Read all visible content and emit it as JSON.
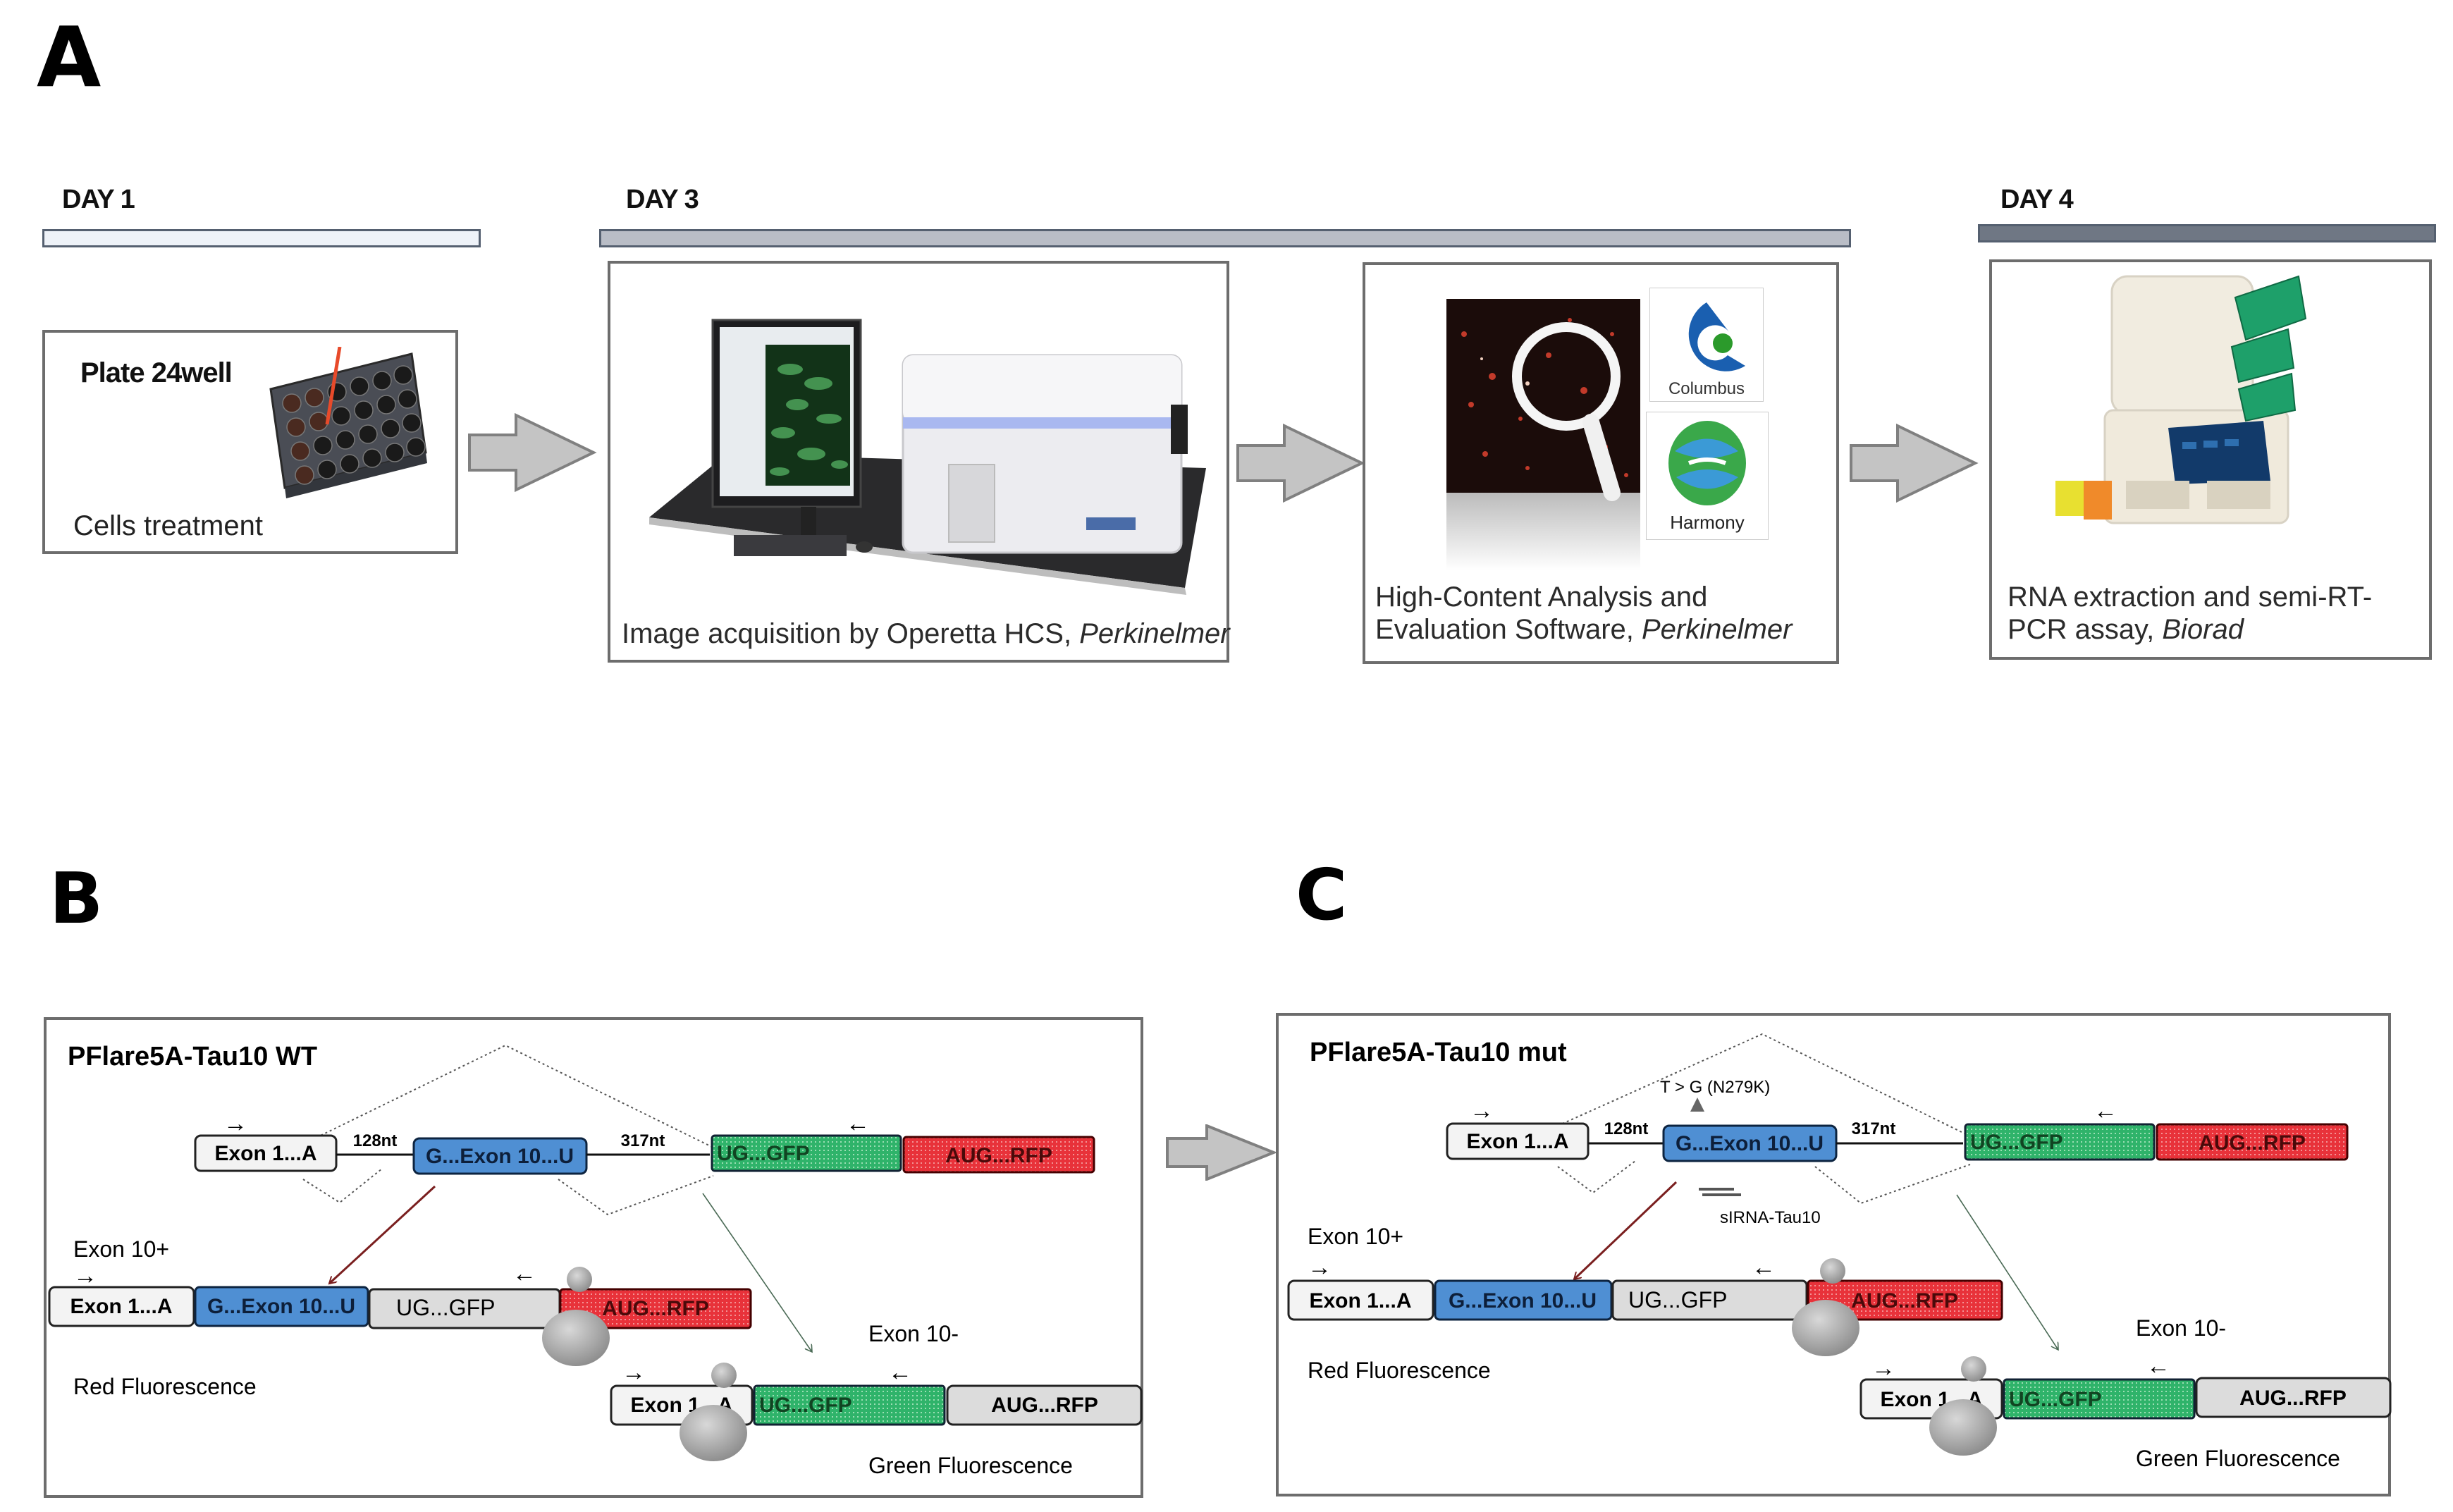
{
  "figure": {
    "panel_labels": {
      "a": "A",
      "b": "B",
      "c": "C"
    }
  },
  "panel_a": {
    "days": [
      {
        "label": "DAY 1",
        "bar_color": "#eef2f8"
      },
      {
        "label": "DAY 3",
        "bar_color": "#b9bdc6"
      },
      {
        "label": "DAY 4",
        "bar_color": "#6f7784"
      }
    ],
    "steps": [
      {
        "title": "Plate 24well",
        "caption": "Cells treatment",
        "icon": "well-plate-image"
      },
      {
        "caption_main": "Image acquisition  by Operetta HCS, ",
        "caption_italic": "Perkinelmer",
        "icon": "operetta-hcs-instrument-image"
      },
      {
        "caption_main": "High-Content Analysis and Evaluation Software, ",
        "caption_italic": "Perkinelmer",
        "logos": [
          "Columbus",
          "Harmony"
        ],
        "icon": "fluorescence-image-magnifier"
      },
      {
        "caption_main": "RNA extraction and semi-RT-PCR assay, ",
        "caption_italic": "Biorad",
        "icon": "pcr-thermocycler-image"
      }
    ]
  },
  "panel_b": {
    "title": "PFlare5A-Tau10 WT",
    "construct": {
      "exon1": "Exon 1...A",
      "intron1": "128nt",
      "exon10": "G...Exon 10...U",
      "intron2": "317nt",
      "gfp": "UG...GFP",
      "rfp": "AUG...RFP"
    },
    "inclusion": {
      "label": "Exon 10+",
      "segments": [
        "Exon 1...A",
        "G...Exon 10...U",
        "UG...GFP",
        "AUG...RFP"
      ],
      "readout": "Red Fluorescence"
    },
    "skipping": {
      "label": "Exon 10-",
      "segments": [
        "Exon 1...A",
        "UG...GFP",
        "AUG...RFP"
      ],
      "readout": "Green Fluorescence"
    }
  },
  "panel_c": {
    "title": "PFlare5A-Tau10 mut",
    "mutation": "T > G (N279K)",
    "sirna": "sIRNA-Tau10",
    "construct": {
      "exon1": "Exon 1...A",
      "intron1": "128nt",
      "exon10": "G...Exon 10...U",
      "intron2": "317nt",
      "gfp": "UG...GFP",
      "rfp": "AUG...RFP"
    },
    "inclusion": {
      "label": "Exon 10+",
      "segments": [
        "Exon 1...A",
        "G...Exon 10...U",
        "UG...GFP",
        "AUG...RFP"
      ],
      "readout": "Red Fluorescence"
    },
    "skipping": {
      "label": "Exon 10-",
      "segments": [
        "Exon 1...A",
        "UG...GFP",
        "AUG...RFP"
      ],
      "readout": "Green Fluorescence"
    }
  },
  "colors": {
    "exon_white": "#f3f3f3",
    "exon10_blue": "#4f8fd3",
    "gfp_green": "#2fb36a",
    "rfp_red": "#e8323a",
    "inactive_gray": "#dcdcdc",
    "inclusion_arrow": "#7a1f1f",
    "skipping_arrow": "#4a6a55",
    "flow_arrow_fill": "#c4c4c4",
    "flow_arrow_stroke": "#808080"
  }
}
